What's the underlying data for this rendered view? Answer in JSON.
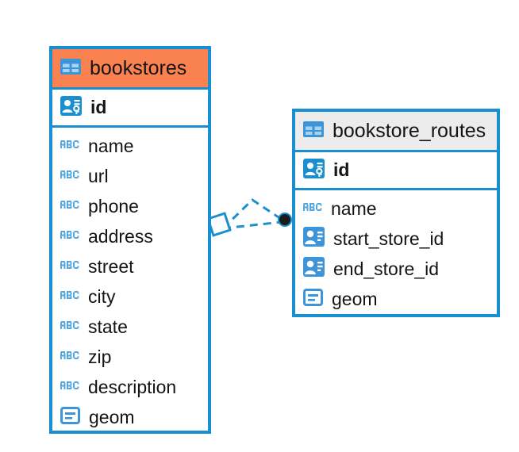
{
  "diagram": {
    "type": "entity-relationship-diagram",
    "background_color": "#ffffff",
    "accent_blue": "#1a8fd0",
    "icon_blue": "#3d94d9",
    "abc_blue": "#54a8dd",
    "highlight_orange": "#fa8150",
    "header_grey": "#ececec",
    "text_color": "#141414"
  },
  "entities": [
    {
      "name": "bookstores",
      "header_color": "#fa8150",
      "header_icon": "table-icon",
      "primary_key": {
        "label": "id",
        "icon": "primary-key-icon"
      },
      "fields": [
        {
          "label": "name",
          "icon": "text-abc-icon"
        },
        {
          "label": "url",
          "icon": "text-abc-icon"
        },
        {
          "label": "phone",
          "icon": "text-abc-icon"
        },
        {
          "label": "address",
          "icon": "text-abc-icon"
        },
        {
          "label": "street",
          "icon": "text-abc-icon"
        },
        {
          "label": "city",
          "icon": "text-abc-icon"
        },
        {
          "label": "state",
          "icon": "text-abc-icon"
        },
        {
          "label": "zip",
          "icon": "text-abc-icon"
        },
        {
          "label": "description",
          "icon": "text-abc-icon"
        },
        {
          "label": "geom",
          "icon": "geometry-icon"
        }
      ]
    },
    {
      "name": "bookstore_routes",
      "header_color": "#ececec",
      "header_icon": "table-icon",
      "primary_key": {
        "label": "id",
        "icon": "primary-key-icon"
      },
      "fields": [
        {
          "label": "name",
          "icon": "text-abc-icon"
        },
        {
          "label": "start_store_id",
          "icon": "foreign-key-icon"
        },
        {
          "label": "end_store_id",
          "icon": "foreign-key-icon"
        },
        {
          "label": "geom",
          "icon": "geometry-icon"
        }
      ]
    }
  ],
  "relationship": {
    "style": "dashed",
    "color": "#1a8fd0",
    "source_endpoint": "diamond-marker",
    "target_endpoint": "filled-circle-marker",
    "source_entity": "bookstores",
    "target_entity": "bookstore_routes"
  }
}
